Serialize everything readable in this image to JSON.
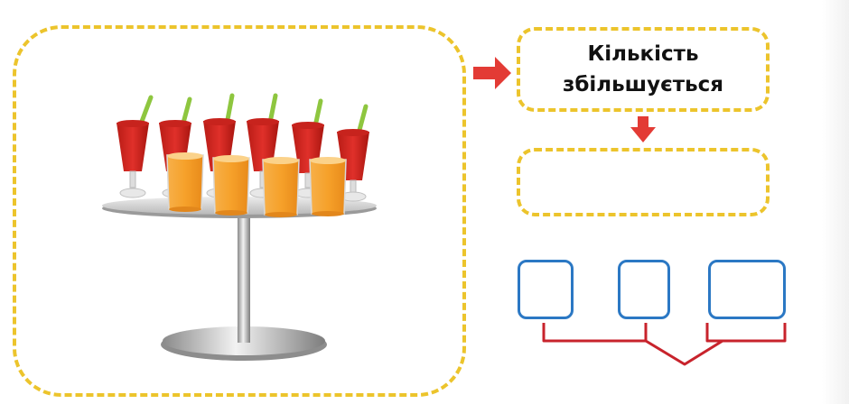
{
  "diagram": {
    "top_box_text": "Кількість збільшується",
    "middle_box_text": "",
    "blue_boxes": [
      "",
      "",
      ""
    ]
  },
  "colors": {
    "dashed_border": "#ecc42c",
    "arrow": "#e33b35",
    "blue_border": "#2b78c4",
    "bracket": "#c8232c",
    "tomato_juice": "#d9261f",
    "orange_juice": "#f5a12a",
    "celery": "#8ec63f"
  },
  "illustration": {
    "description_icon": "table-with-juice-glasses-icon",
    "tomato_glasses": 6,
    "orange_glasses": 4
  }
}
